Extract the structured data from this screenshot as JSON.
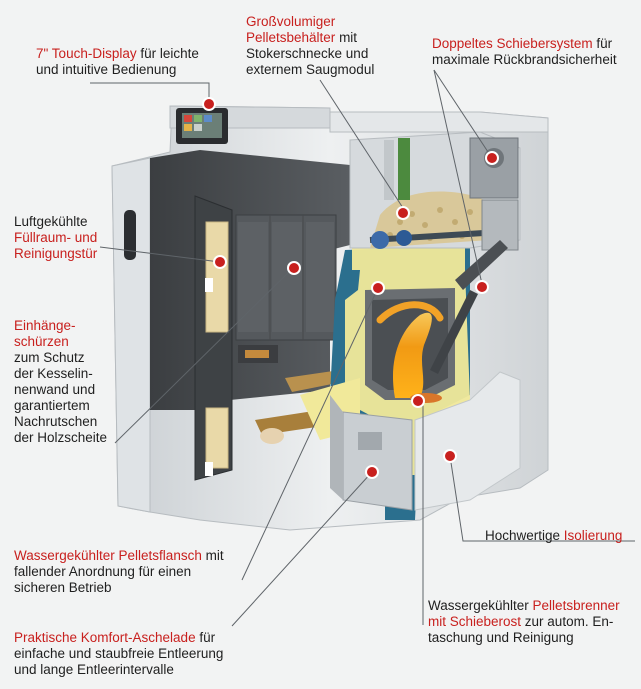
{
  "colors": {
    "highlight": "#c8201e",
    "text": "#1f1f1f",
    "background": "#f2f3f3",
    "insulation": "#f1e99a",
    "water_jacket": "#2b6f8e",
    "boiler_steel": "#4a4d50"
  },
  "callouts": {
    "touch_display": {
      "lines": [
        [
          {
            "t": "7\" Touch-Display",
            "hl": true
          },
          {
            "t": " für leichte",
            "hl": false
          }
        ],
        [
          {
            "t": "und intuitive Bedienung",
            "hl": false
          }
        ]
      ]
    },
    "pellet_container": {
      "lines": [
        [
          {
            "t": "Großvolumiger",
            "hl": true
          }
        ],
        [
          {
            "t": "Pelletsbehälter",
            "hl": true
          },
          {
            "t": " mit",
            "hl": false
          }
        ],
        [
          {
            "t": "Stokerschnecke und",
            "hl": false
          }
        ],
        [
          {
            "t": "externem Saugmodul",
            "hl": false
          }
        ]
      ]
    },
    "slide_system": {
      "lines": [
        [
          {
            "t": "Doppeltes Schiebersystem",
            "hl": true
          },
          {
            "t": " für",
            "hl": false
          }
        ],
        [
          {
            "t": "maximale Rückbrandsicherheit",
            "hl": false
          }
        ]
      ]
    },
    "fill_door": {
      "lines": [
        [
          {
            "t": "Luftgekühlte",
            "hl": false
          }
        ],
        [
          {
            "t": "Füllraum- und",
            "hl": true
          }
        ],
        [
          {
            "t": "Reinigungstür",
            "hl": true
          }
        ]
      ]
    },
    "aprons": {
      "lines": [
        [
          {
            "t": "Einhänge-",
            "hl": true
          }
        ],
        [
          {
            "t": "schürzen",
            "hl": true
          }
        ],
        [
          {
            "t": "zum Schutz",
            "hl": false
          }
        ],
        [
          {
            "t": "der Kesselin-",
            "hl": false
          }
        ],
        [
          {
            "t": "nenwand und",
            "hl": false
          }
        ],
        [
          {
            "t": "garantiertem",
            "hl": false
          }
        ],
        [
          {
            "t": "Nachrutschen",
            "hl": false
          }
        ],
        [
          {
            "t": "der Holzscheite",
            "hl": false
          }
        ]
      ]
    },
    "insulation": {
      "lines": [
        [
          {
            "t": "Hochwertige ",
            "hl": false
          },
          {
            "t": "Isolierung",
            "hl": true
          }
        ]
      ]
    },
    "pellet_flange": {
      "lines": [
        [
          {
            "t": "Wassergekühlter Pelletsflansch",
            "hl": true
          },
          {
            "t": " mit",
            "hl": false
          }
        ],
        [
          {
            "t": "fallender Anordnung für einen",
            "hl": false
          }
        ],
        [
          {
            "t": "sicheren Betrieb",
            "hl": false
          }
        ]
      ]
    },
    "pellet_burner": {
      "lines": [
        [
          {
            "t": "Wassergekühlter  ",
            "hl": false
          },
          {
            "t": "Pelletsbrenner",
            "hl": true
          }
        ],
        [
          {
            "t": "mit Schieberost",
            "hl": true
          },
          {
            "t": " zur autom. En-",
            "hl": false
          }
        ],
        [
          {
            "t": "taschung und Reinigung",
            "hl": false
          }
        ]
      ]
    },
    "ash_drawer": {
      "lines": [
        [
          {
            "t": "Praktische Komfort-Aschelade",
            "hl": true
          },
          {
            "t": " für",
            "hl": false
          }
        ],
        [
          {
            "t": "einfache und staubfreie Entleerung",
            "hl": false
          }
        ],
        [
          {
            "t": "und lange Entleerintervalle",
            "hl": false
          }
        ]
      ]
    }
  }
}
